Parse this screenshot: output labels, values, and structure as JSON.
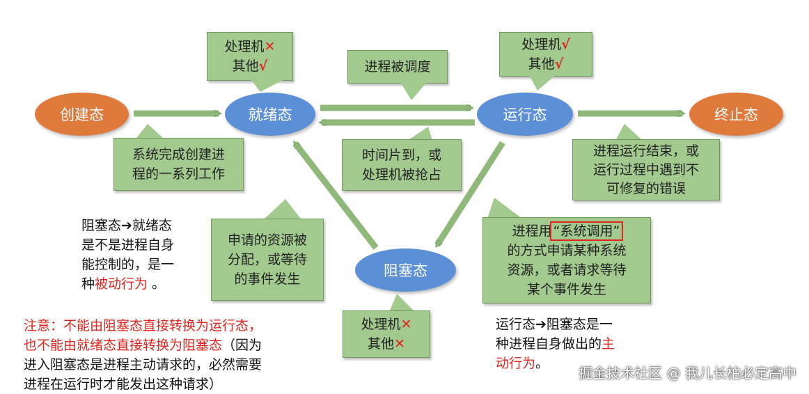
{
  "states": {
    "create": "创建态",
    "ready": "就绪态",
    "running": "运行态",
    "terminated": "终止态",
    "blocked": "阻塞态"
  },
  "callouts": {
    "ready_res": {
      "line1": "处理机",
      "mark1": "✕",
      "line2": "其他",
      "mark2": "√"
    },
    "running_res": {
      "line1": "处理机",
      "mark1": "√",
      "line2": "其他",
      "mark2": "√"
    },
    "blocked_res": {
      "line1": "处理机",
      "mark1": "✕",
      "line2": "其他",
      "mark2": "✕"
    },
    "scheduled": "进程被调度",
    "create_done": [
      "系统完成创建进",
      "程的一系列工作"
    ],
    "timeslice": [
      "时间片到，或",
      "处理机被抢占"
    ],
    "terminate_reason": [
      "进程运行结束，或",
      "运行过程中遇到不",
      "可修复的错误"
    ],
    "resource_allocated": [
      "申请的资源被",
      "分配，或等待",
      "的事件发生"
    ],
    "syscall": {
      "prefix": "进程用",
      "boxed": "“系统调用”",
      "rest": [
        "的方式申请某种系统",
        "资源，或者请求等待",
        "某个事件发生"
      ]
    }
  },
  "notes": {
    "left": {
      "lines": [
        "阻塞态➔就绪态",
        "是不是进程自身",
        "能控制的，是一"
      ],
      "last_prefix": "种",
      "last_red": "被动行为",
      "last_suffix": " 。"
    },
    "right": {
      "lines": [
        "运行态➔阻塞态是一"
      ],
      "line2_prefix": "种进程自身做出的",
      "line2_red": "主",
      "line3_red": "动行为",
      "line3_suffix": "。"
    },
    "warning": {
      "red1": "注意：不能由阻塞态直接转换为运行态，",
      "red2": "也不能由就绪态直接转换为阻塞态",
      "black2": "（因为",
      "line3": "进入阻塞态是进程主动请求的，必然需要",
      "line4": "进程在运行时才能发出这种请求）"
    }
  },
  "watermark": "掘金技术社区 @ 我儿长柏必定高中",
  "colors": {
    "callout": "#a2c98e",
    "state_blue": "#5b8fd6",
    "state_orange": "#e07a3c",
    "accent_red": "#e0251e"
  }
}
